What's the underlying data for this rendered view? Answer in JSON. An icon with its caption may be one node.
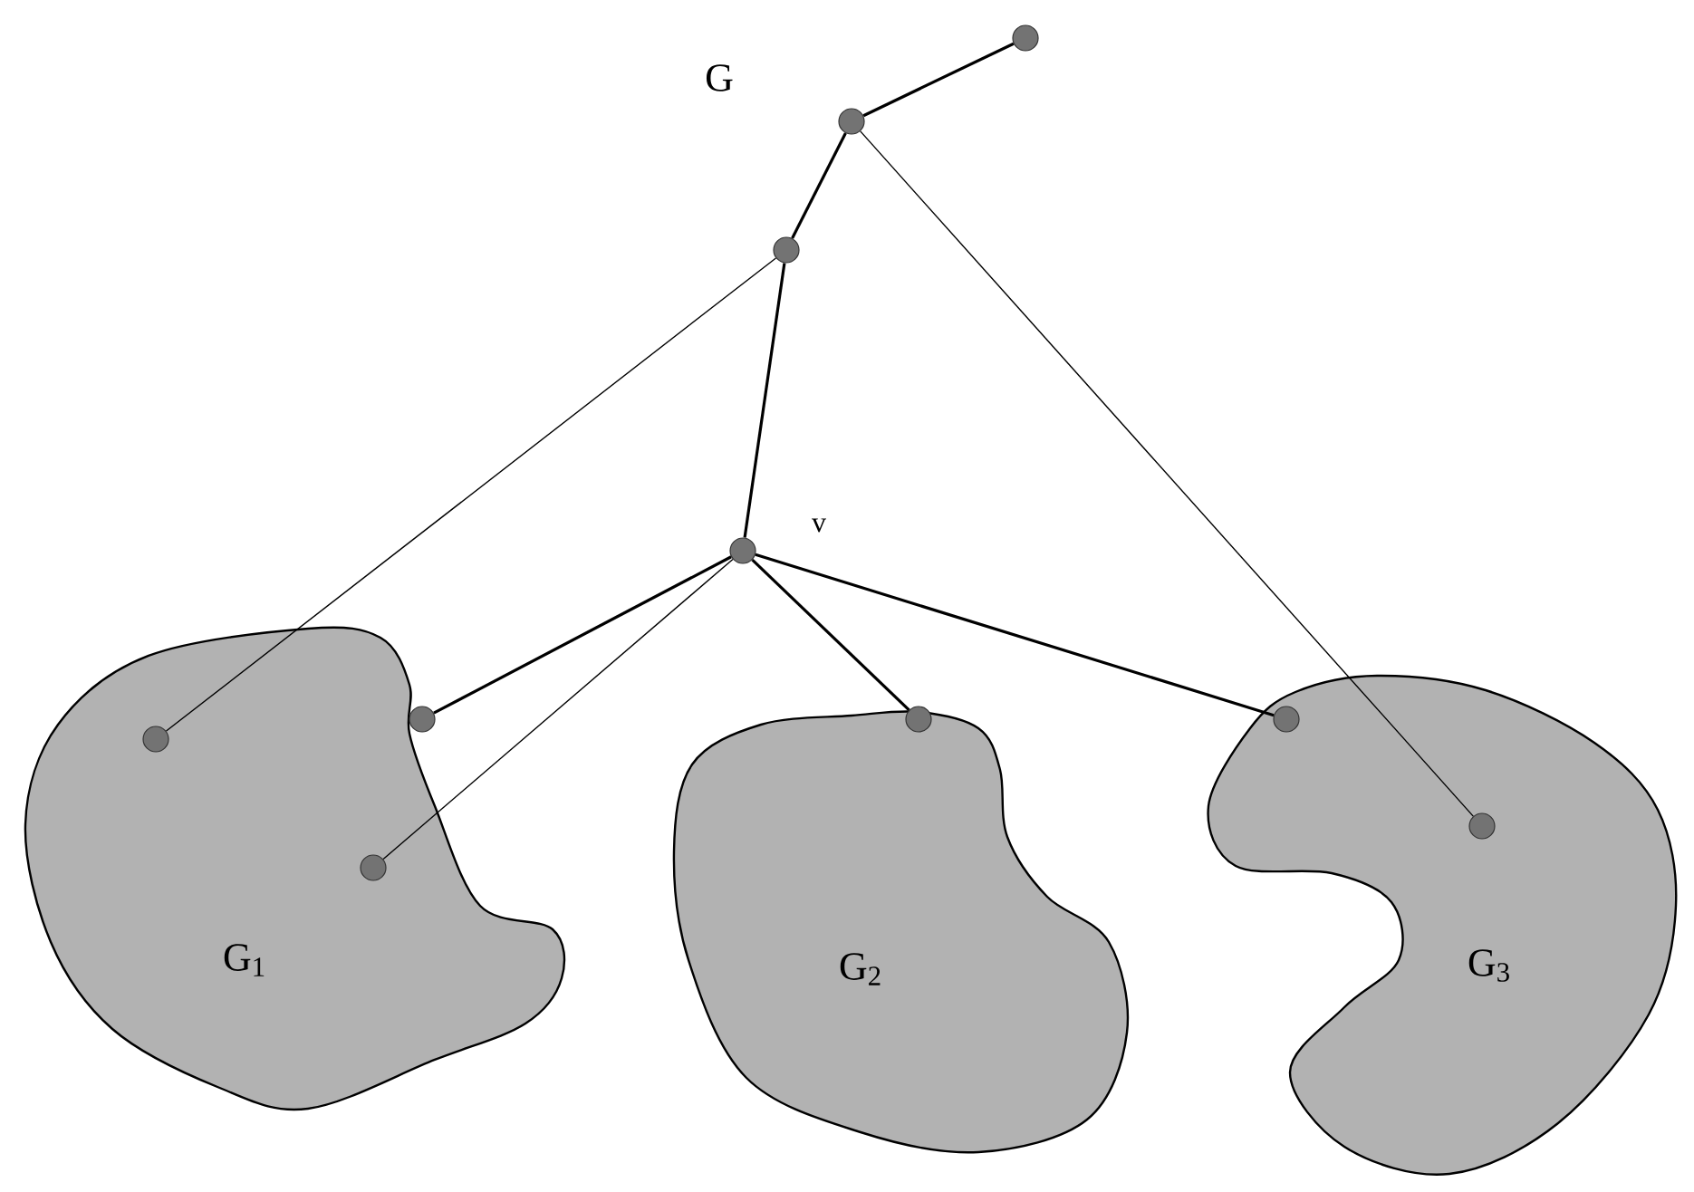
{
  "diagram": {
    "nodes": [
      {
        "text": [],
        "shape": "circle"
      },
      {
        "text": [],
        "shape": "circle"
      },
      {
        "text": [],
        "shape": "circle"
      },
      {
        "text": [],
        "shape": "circle",
        "beside": [
          "v"
        ]
      },
      {
        "text": [
          "G$_{1}$"
        ]
      },
      {
        "text": [],
        "shape": "circle",
        "in": 4
      },
      {
        "text": [],
        "shape": "circle",
        "in": 4
      },
      {
        "text": [],
        "shape": "circle",
        "in": 4
      },
      {
        "text": [
          "G$_{2}$"
        ]
      },
      {
        "text": [],
        "shape": "circle",
        "in": 8
      },
      {
        "text": [
          "G$_{3}$"
        ]
      },
      {
        "text": [],
        "shape": "circle",
        "in": 10
      },
      {
        "text": [],
        "shape": "circle",
        "in": 10
      }
    ],
    "edges": [
      {
        "from": 0,
        "to": 1,
        "arrow": "none"
      },
      {
        "from": 1,
        "to": 2,
        "arrow": "none"
      },
      {
        "from": 1,
        "to": 12,
        "arrow": "none"
      },
      {
        "from": 2,
        "to": 3,
        "arrow": "none"
      },
      {
        "from": 2,
        "to": 5,
        "arrow": "none"
      },
      {
        "from": 3,
        "to": 6,
        "arrow": "none"
      },
      {
        "from": 3,
        "to": 7,
        "arrow": "none"
      },
      {
        "from": 3,
        "to": 9,
        "arrow": "none"
      },
      {
        "from": 3,
        "to": 11,
        "arrow": "none"
      }
    ],
    "labels": [
      "G"
    ]
  }
}
